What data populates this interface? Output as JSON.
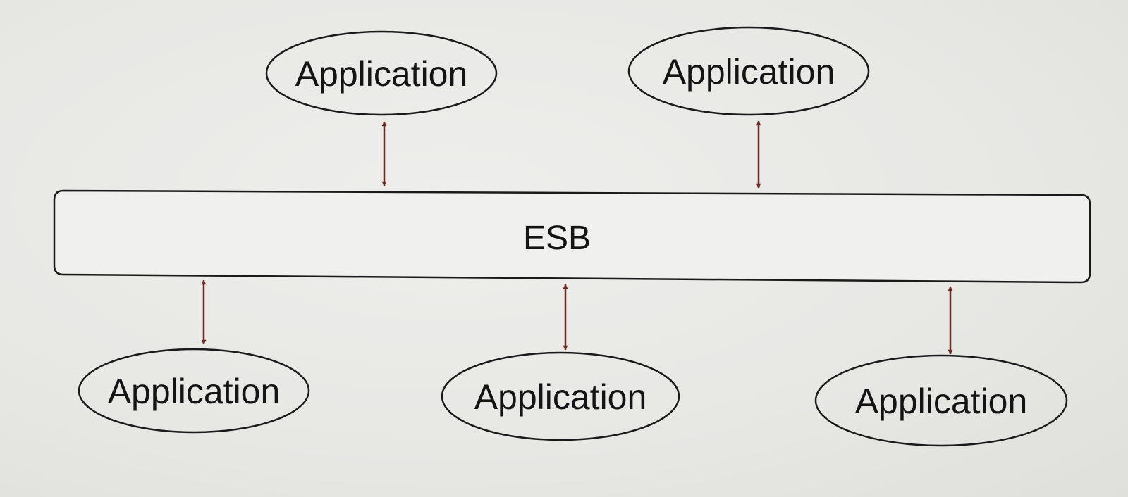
{
  "bus": {
    "label": "ESB"
  },
  "applications": [
    {
      "label": "Application"
    },
    {
      "label": "Application"
    },
    {
      "label": "Application"
    },
    {
      "label": "Application"
    },
    {
      "label": "Application"
    }
  ],
  "colors": {
    "outline": "#1a1a1a",
    "arrow": "#6b2a22",
    "box_fill": "#f0f0ee"
  }
}
